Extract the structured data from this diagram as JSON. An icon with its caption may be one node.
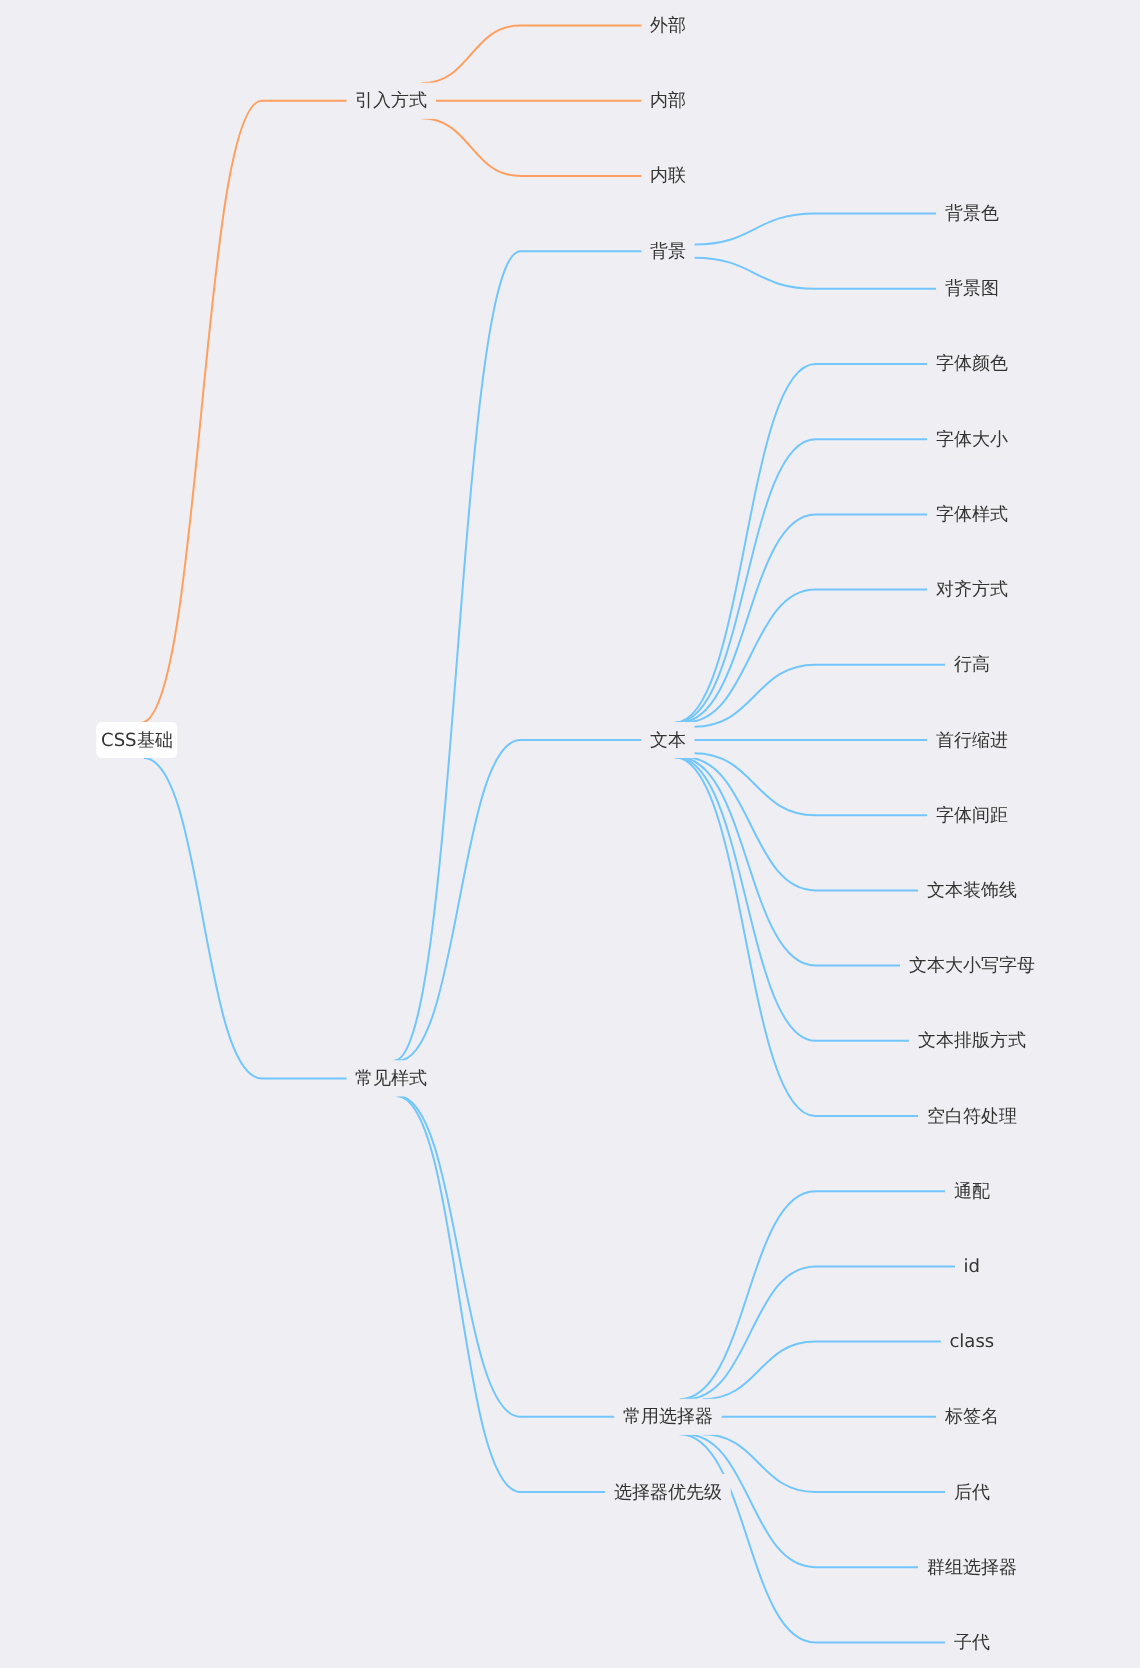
{
  "diagram": {
    "nodes": [
      {
        "text": [
          "CSS基础"
        ]
      },
      {
        "text": [
          "引入方式"
        ]
      },
      {
        "text": [
          "外部"
        ]
      },
      {
        "text": [
          "内部"
        ]
      },
      {
        "text": [
          "内联"
        ]
      },
      {
        "text": [
          "常见样式"
        ]
      },
      {
        "text": [
          "背景"
        ]
      },
      {
        "text": [
          "背景色"
        ]
      },
      {
        "text": [
          "背景图"
        ]
      },
      {
        "text": [
          "文本"
        ]
      },
      {
        "text": [
          "字体颜色"
        ]
      },
      {
        "text": [
          "字体大小"
        ]
      },
      {
        "text": [
          "字体样式"
        ]
      },
      {
        "text": [
          "对齐方式"
        ]
      },
      {
        "text": [
          "行高"
        ]
      },
      {
        "text": [
          "首行缩进"
        ]
      },
      {
        "text": [
          "字体间距"
        ]
      },
      {
        "text": [
          "文本装饰线"
        ]
      },
      {
        "text": [
          "文本大小写字母"
        ]
      },
      {
        "text": [
          "文本排版方式"
        ]
      },
      {
        "text": [
          "空白符处理"
        ]
      },
      {
        "text": [
          "常用选择器"
        ]
      },
      {
        "text": [
          "通配"
        ]
      },
      {
        "text": [
          "id"
        ]
      },
      {
        "text": [
          "class"
        ]
      },
      {
        "text": [
          "标签名"
        ]
      },
      {
        "text": [
          "后代"
        ]
      },
      {
        "text": [
          "群组选择器"
        ]
      },
      {
        "text": [
          "子代"
        ]
      },
      {
        "text": [
          "选择器优先级"
        ]
      }
    ],
    "edges": [
      {
        "from": 0,
        "to": 1,
        "arrow": "none",
        "color": "#ff9f5f"
      },
      {
        "from": 1,
        "to": 2,
        "arrow": "none",
        "color": "#ff9f5f"
      },
      {
        "from": 1,
        "to": 3,
        "arrow": "none",
        "color": "#ff9f5f"
      },
      {
        "from": 1,
        "to": 4,
        "arrow": "none",
        "color": "#ff9f5f"
      },
      {
        "from": 0,
        "to": 5,
        "arrow": "none"
      },
      {
        "from": 5,
        "to": 6,
        "arrow": "none"
      },
      {
        "from": 6,
        "to": 7,
        "arrow": "none"
      },
      {
        "from": 6,
        "to": 8,
        "arrow": "none"
      },
      {
        "from": 5,
        "to": 9,
        "arrow": "none"
      },
      {
        "from": 9,
        "to": 10,
        "arrow": "none"
      },
      {
        "from": 9,
        "to": 11,
        "arrow": "none"
      },
      {
        "from": 9,
        "to": 12,
        "arrow": "none"
      },
      {
        "from": 9,
        "to": 13,
        "arrow": "none"
      },
      {
        "from": 9,
        "to": 14,
        "arrow": "none"
      },
      {
        "from": 9,
        "to": 15,
        "arrow": "none"
      },
      {
        "from": 9,
        "to": 16,
        "arrow": "none"
      },
      {
        "from": 9,
        "to": 17,
        "arrow": "none"
      },
      {
        "from": 9,
        "to": 18,
        "arrow": "none"
      },
      {
        "from": 9,
        "to": 19,
        "arrow": "none"
      },
      {
        "from": 9,
        "to": 20,
        "arrow": "none"
      },
      {
        "from": 5,
        "to": 21,
        "arrow": "none"
      },
      {
        "from": 21,
        "to": 22,
        "arrow": "none"
      },
      {
        "from": 21,
        "to": 23,
        "arrow": "none"
      },
      {
        "from": 21,
        "to": 24,
        "arrow": "none"
      },
      {
        "from": 21,
        "to": 25,
        "arrow": "none"
      },
      {
        "from": 21,
        "to": 26,
        "arrow": "none"
      },
      {
        "from": 21,
        "to": 27,
        "arrow": "none"
      },
      {
        "from": 21,
        "to": 28,
        "arrow": "none"
      },
      {
        "from": 5,
        "to": 29,
        "arrow": "none"
      }
    ]
  }
}
